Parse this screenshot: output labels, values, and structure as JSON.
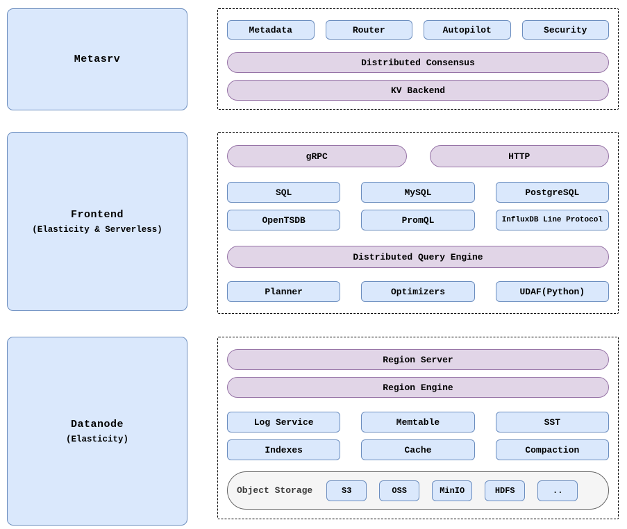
{
  "diagram": {
    "nodes": {
      "metasrv": {
        "title": "Metasrv"
      },
      "frontend": {
        "title": "Frontend",
        "subtitle": "(Elasticity & Serverless)"
      },
      "datanode": {
        "title": "Datanode",
        "subtitle": "(Elasticity)"
      }
    },
    "metasrv": {
      "boxes": [
        "Metadata",
        "Router",
        "Autopilot",
        "Security"
      ],
      "pills": [
        "Distributed Consensus",
        "KV Backend"
      ]
    },
    "frontend": {
      "entry_pills": [
        "gRPC",
        "HTTP"
      ],
      "protocols": [
        "SQL",
        "MySQL",
        "PostgreSQL",
        "OpenTSDB",
        "PromQL",
        "InfluxDB Line Protocol"
      ],
      "engine_pill": "Distributed Query Engine",
      "engine_parts": [
        "Planner",
        "Optimizers",
        "UDAF(Python)"
      ]
    },
    "datanode": {
      "pills": [
        "Region Server",
        "Region Engine"
      ],
      "components": [
        "Log Service",
        "Memtable",
        "SST",
        "Indexes",
        "Cache",
        "Compaction"
      ],
      "object_storage": {
        "label": "Object Storage",
        "backends": [
          "S3",
          "OSS",
          "MinIO",
          "HDFS",
          ".."
        ]
      }
    },
    "colors": {
      "blue_fill": "#dae8fc",
      "blue_border": "#6c8ebf",
      "purple_fill": "#e1d5e7",
      "purple_border": "#9673a6",
      "gray_fill": "#f5f5f5",
      "gray_border": "#666666",
      "dashed_border": "#000000"
    }
  }
}
